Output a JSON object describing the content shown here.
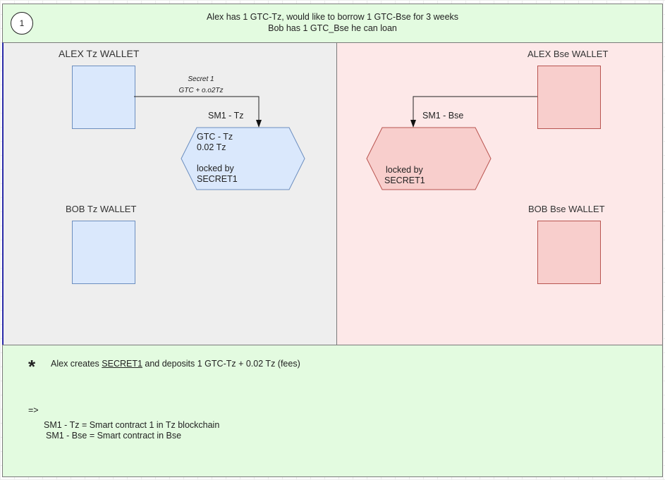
{
  "header": {
    "step_number": "1",
    "line1": "Alex has 1 GTC-Tz,  would like to borrow 1 GTC-Bse  for 3 weeks",
    "line2": "Bob has 1 GTC_Bse  he can loan"
  },
  "left_panel": {
    "alex_wallet_label": "ALEX Tz WALLET",
    "bob_wallet_label": "BOB  Tz WALLET",
    "arrow_note_line1": "Secret 1",
    "arrow_note_line2": "GTC + o.o2Tz",
    "contract_label": "SM1 - Tz",
    "contract_text_line1": "GTC - Tz",
    "contract_text_line2": "0.02 Tz",
    "contract_text_line3": "locked by",
    "contract_text_line4": "SECRET1"
  },
  "right_panel": {
    "alex_wallet_label": "ALEX Bse WALLET",
    "bob_wallet_label": "BOB  Bse WALLET",
    "contract_label": "SM1 - Bse",
    "contract_text_line1": "locked by",
    "contract_text_line2": "SECRET1"
  },
  "bottom_panel": {
    "star_symbol": "*",
    "note_prefix": "Alex creates ",
    "note_secret": "SECRET1",
    "note_suffix": "  and deposits 1 GTC-Tz + 0.02 Tz (fees)",
    "arrow_symbol": "=>",
    "definition1": "SM1 - Tz = Smart contract 1  in  Tz  blockchain",
    "definition2": "SM1 - Bse = Smart contract in Bse"
  },
  "colors": {
    "header_bg": "#e3fbe0",
    "left_bg": "#eeeeee",
    "right_bg": "#fde8e8",
    "blue_fill": "#dae8fc",
    "blue_stroke": "#6c8ebf",
    "red_fill": "#f8cecc",
    "red_stroke": "#b85450"
  }
}
